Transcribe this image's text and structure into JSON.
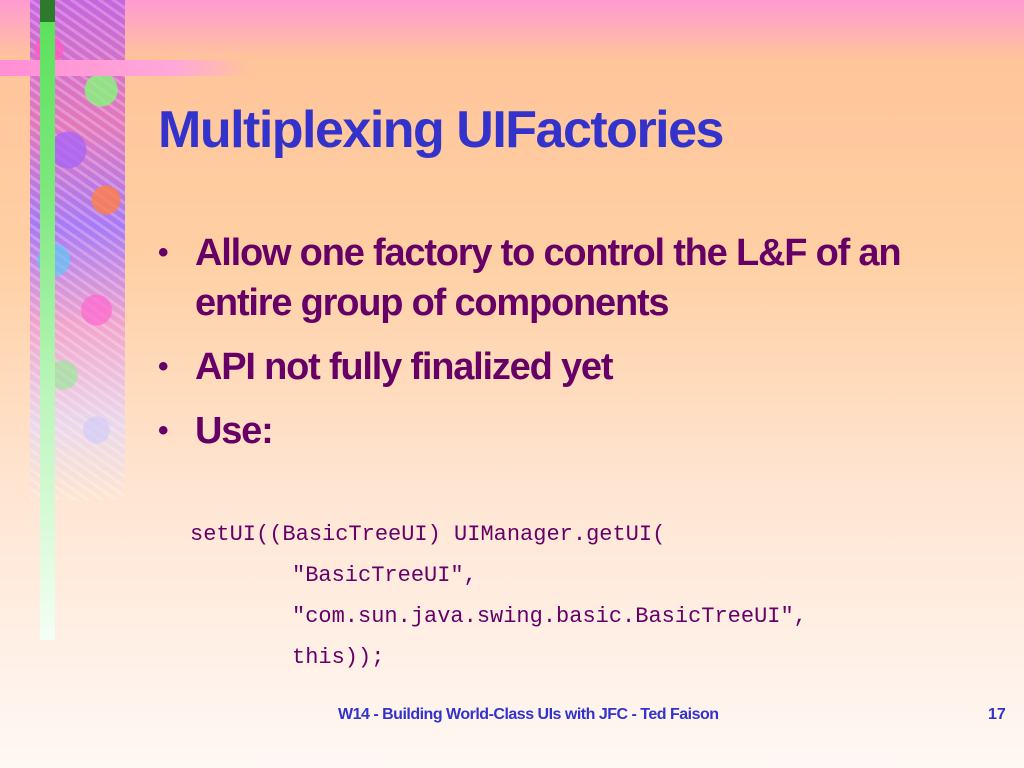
{
  "slide": {
    "title": "Multiplexing UIFactories",
    "bullets": [
      "Allow one factory to control the L&F of an entire group of components",
      "API not fully finalized yet",
      "Use:"
    ],
    "code_lines": [
      "setUI((BasicTreeUI) UIManager.getUI(",
      "\"BasicTreeUI\",",
      "\"com.sun.java.swing.basic.BasicTreeUI\",",
      "this));"
    ],
    "footer": "W14 - Building World-Class UIs with JFC - Ted Faison",
    "page_number": "17"
  },
  "colors": {
    "title": "#3333cc",
    "body_text": "#660066",
    "footer": "#3333cc",
    "accent_green": "#58e058",
    "accent_pink": "#ff8fd6"
  },
  "icons": {
    "bullet": "bullet-dot"
  }
}
